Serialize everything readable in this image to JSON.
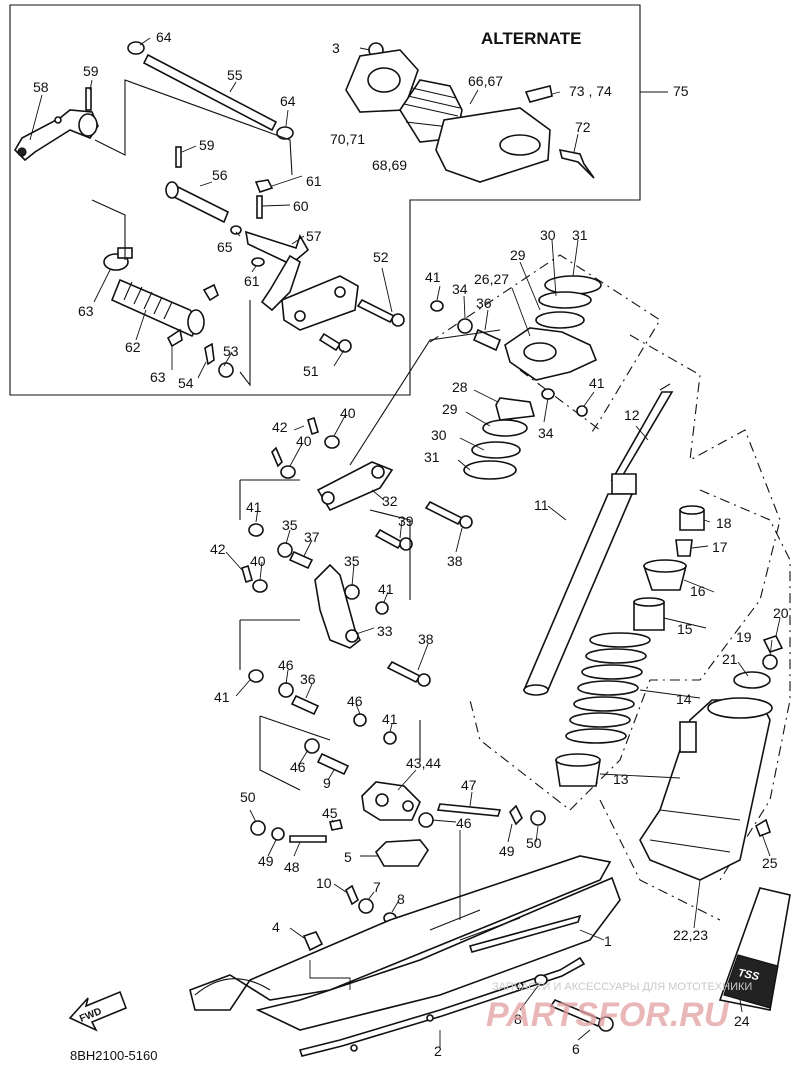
{
  "diagram": {
    "alternate_label": "ALTERNATE",
    "part_code": "8BH2100-5160",
    "fwd_label": "FWD",
    "tss_label": "TSS",
    "watermark_line": "ЗАПЧАСТИ И АКСЕССУАРЫ ДЛЯ МОТОТЕХНИКИ",
    "watermark_logo": "PARTSFOR.RU",
    "callouts": [
      {
        "id": "c64a",
        "text": "64"
      },
      {
        "id": "c59a",
        "text": "59"
      },
      {
        "id": "c58",
        "text": "58"
      },
      {
        "id": "c55",
        "text": "55"
      },
      {
        "id": "c64b",
        "text": "64"
      },
      {
        "id": "c59b",
        "text": "59"
      },
      {
        "id": "c56",
        "text": "56"
      },
      {
        "id": "c61a",
        "text": "61"
      },
      {
        "id": "c60",
        "text": "60"
      },
      {
        "id": "c65",
        "text": "65"
      },
      {
        "id": "c57",
        "text": "57"
      },
      {
        "id": "c61b",
        "text": "61"
      },
      {
        "id": "c63a",
        "text": "63"
      },
      {
        "id": "c62",
        "text": "62"
      },
      {
        "id": "c63b",
        "text": "63"
      },
      {
        "id": "c53",
        "text": "53"
      },
      {
        "id": "c54",
        "text": "54"
      },
      {
        "id": "c51",
        "text": "51"
      },
      {
        "id": "c52",
        "text": "52"
      },
      {
        "id": "c3",
        "text": "3"
      },
      {
        "id": "c7071",
        "text": "70,71"
      },
      {
        "id": "c6869",
        "text": "68,69"
      },
      {
        "id": "c6667",
        "text": "66,67"
      },
      {
        "id": "c7374",
        "text": "73 , 74"
      },
      {
        "id": "c75",
        "text": "75"
      },
      {
        "id": "c72",
        "text": "72"
      },
      {
        "id": "c41a",
        "text": "41"
      },
      {
        "id": "c34a",
        "text": "34"
      },
      {
        "id": "c36a",
        "text": "36"
      },
      {
        "id": "c2627",
        "text": "26,27"
      },
      {
        "id": "c29a",
        "text": "29"
      },
      {
        "id": "c30a",
        "text": "30"
      },
      {
        "id": "c31a",
        "text": "31"
      },
      {
        "id": "c41b",
        "text": "41"
      },
      {
        "id": "c34b",
        "text": "34"
      },
      {
        "id": "c28",
        "text": "28"
      },
      {
        "id": "c29b",
        "text": "29"
      },
      {
        "id": "c30b",
        "text": "30"
      },
      {
        "id": "c31b",
        "text": "31"
      },
      {
        "id": "c12",
        "text": "12"
      },
      {
        "id": "c11",
        "text": "11"
      },
      {
        "id": "c42a",
        "text": "42"
      },
      {
        "id": "c40a",
        "text": "40"
      },
      {
        "id": "c40b",
        "text": "40"
      },
      {
        "id": "c32",
        "text": "32"
      },
      {
        "id": "c39",
        "text": "39"
      },
      {
        "id": "c38a",
        "text": "38"
      },
      {
        "id": "c41c",
        "text": "41"
      },
      {
        "id": "c35a",
        "text": "35"
      },
      {
        "id": "c37",
        "text": "37"
      },
      {
        "id": "c42b",
        "text": "42"
      },
      {
        "id": "c40c",
        "text": "40"
      },
      {
        "id": "c35b",
        "text": "35"
      },
      {
        "id": "c41d",
        "text": "41"
      },
      {
        "id": "c33",
        "text": "33"
      },
      {
        "id": "c38b",
        "text": "38"
      },
      {
        "id": "c18",
        "text": "18"
      },
      {
        "id": "c17",
        "text": "17"
      },
      {
        "id": "c16",
        "text": "16"
      },
      {
        "id": "c15",
        "text": "15"
      },
      {
        "id": "c14",
        "text": "14"
      },
      {
        "id": "c13",
        "text": "13"
      },
      {
        "id": "c20",
        "text": "20"
      },
      {
        "id": "c19",
        "text": "19"
      },
      {
        "id": "c21",
        "text": "21"
      },
      {
        "id": "c41e",
        "text": "41"
      },
      {
        "id": "c46a",
        "text": "46"
      },
      {
        "id": "c36b",
        "text": "36"
      },
      {
        "id": "c46b",
        "text": "46"
      },
      {
        "id": "c41f",
        "text": "41"
      },
      {
        "id": "c46c",
        "text": "46"
      },
      {
        "id": "c9",
        "text": "9"
      },
      {
        "id": "c4344",
        "text": "43,44"
      },
      {
        "id": "c47",
        "text": "47"
      },
      {
        "id": "c50a",
        "text": "50"
      },
      {
        "id": "c45",
        "text": "45"
      },
      {
        "id": "c46d",
        "text": "46"
      },
      {
        "id": "c49a",
        "text": "49"
      },
      {
        "id": "c48",
        "text": "48"
      },
      {
        "id": "c5",
        "text": "5"
      },
      {
        "id": "c49b",
        "text": "49"
      },
      {
        "id": "c50b",
        "text": "50"
      },
      {
        "id": "c25",
        "text": "25"
      },
      {
        "id": "c10",
        "text": "10"
      },
      {
        "id": "c7",
        "text": "7"
      },
      {
        "id": "c8a",
        "text": "8"
      },
      {
        "id": "c2223",
        "text": "22,23"
      },
      {
        "id": "c4",
        "text": "4"
      },
      {
        "id": "c1",
        "text": "1"
      },
      {
        "id": "c8b",
        "text": "8"
      },
      {
        "id": "c24",
        "text": "24"
      },
      {
        "id": "c6",
        "text": "6"
      },
      {
        "id": "c2",
        "text": "2"
      }
    ]
  }
}
